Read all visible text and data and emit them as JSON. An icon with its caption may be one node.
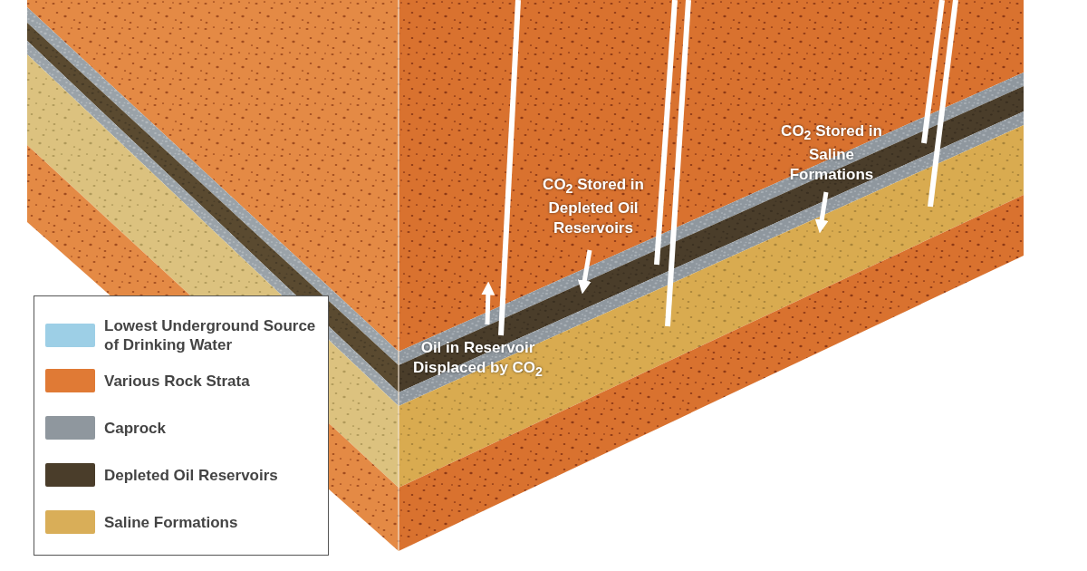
{
  "diagram": {
    "labels": [
      "CO$_{2}$ Stored in Saline Formations",
      "CO$_{2}$ Stored in Depleted Oil Reservoirs",
      "Oil in Reservoir Displaced by CO$_{2}$"
    ],
    "legend": [
      {
        "text": "Lowest Underground Source of Drinking Water",
        "color": "#9dcfe6"
      },
      {
        "text": "Various Rock Strata",
        "color": "#e07a35"
      },
      {
        "text": "Caprock",
        "color": "#8f979e"
      },
      {
        "text": "Depleted Oil Reservoirs",
        "color": "#4a3d2a"
      },
      {
        "text": "Saline Formations",
        "color": "#d9ae58"
      }
    ]
  }
}
